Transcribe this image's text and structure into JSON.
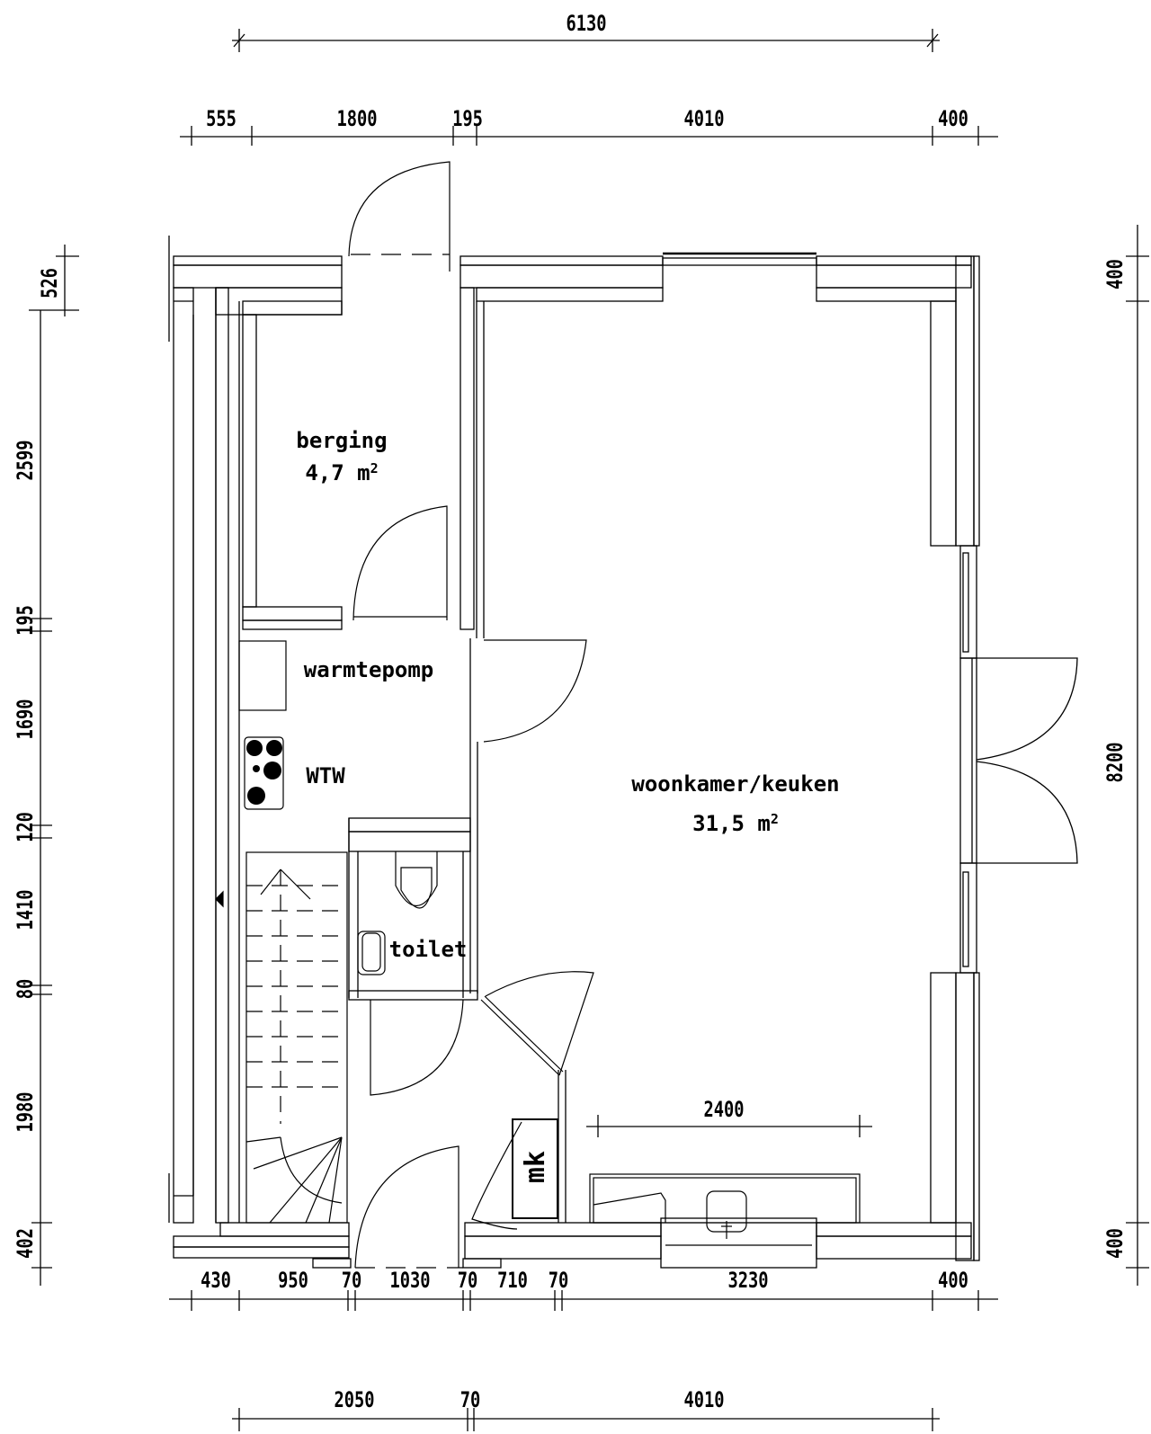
{
  "drawing": {
    "type": "floor-plan",
    "background": "#ffffff",
    "line_color": "#000000"
  },
  "dimensions": {
    "top_overall": "6130",
    "top_segments": [
      "555",
      "1800",
      "195",
      "4010",
      "400"
    ],
    "left_segments": [
      "526",
      "2599",
      "195",
      "1690",
      "120",
      "1410",
      "80",
      "1980",
      "402"
    ],
    "right_segments": [
      "400",
      "8200",
      "400"
    ],
    "bottom_segments": [
      "430",
      "950",
      "70",
      "1030",
      "70",
      "710",
      "70",
      "3230",
      "400"
    ],
    "bottom_overall": [
      "2050",
      "70",
      "4010"
    ],
    "kitchen_counter": "2400"
  },
  "rooms": {
    "berging": {
      "name": "berging",
      "area": "4,7 m",
      "area_unit_sup": "2"
    },
    "warmtepomp": {
      "name": "warmtepomp"
    },
    "wtw": {
      "name": "WTW"
    },
    "toilet": {
      "name": "toilet"
    },
    "woonkamer": {
      "name": "woonkamer/keuken",
      "area": "31,5 m",
      "area_unit_sup": "2"
    },
    "meterkast": {
      "name": "mk"
    }
  }
}
